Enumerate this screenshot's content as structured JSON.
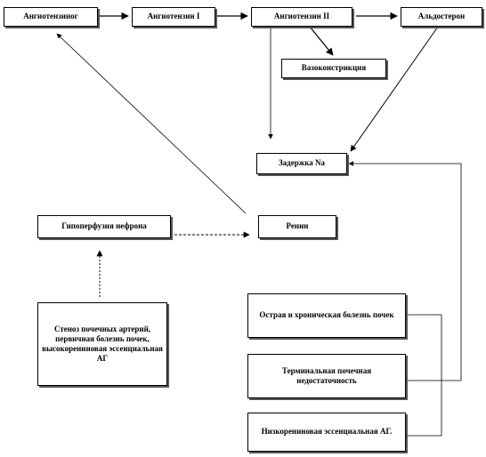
{
  "diagram": {
    "nodes": {
      "angiotensinogen": "Ангиотензиног",
      "angiotensin1": "Ангиотензин I",
      "angiotensin2": "Ангиотензин II",
      "aldosterone": "Альдостерон",
      "vasoconstriction": "Вазоконстрикция",
      "na_retention": "Задержка Na",
      "hypoperfusion": "Гипоперфузия нефрона",
      "renin": "Ренин",
      "stenosis": "Стеноз почечных артерий, первичная болезнь почек, высокорениновая эссенциальная АГ",
      "acute_chronic": "Острая и хроническая болезнь почек",
      "terminal_renal": "Терминальная почечная недостаточность",
      "low_renin": "Низкорениновая эссенциальная АГ."
    }
  }
}
